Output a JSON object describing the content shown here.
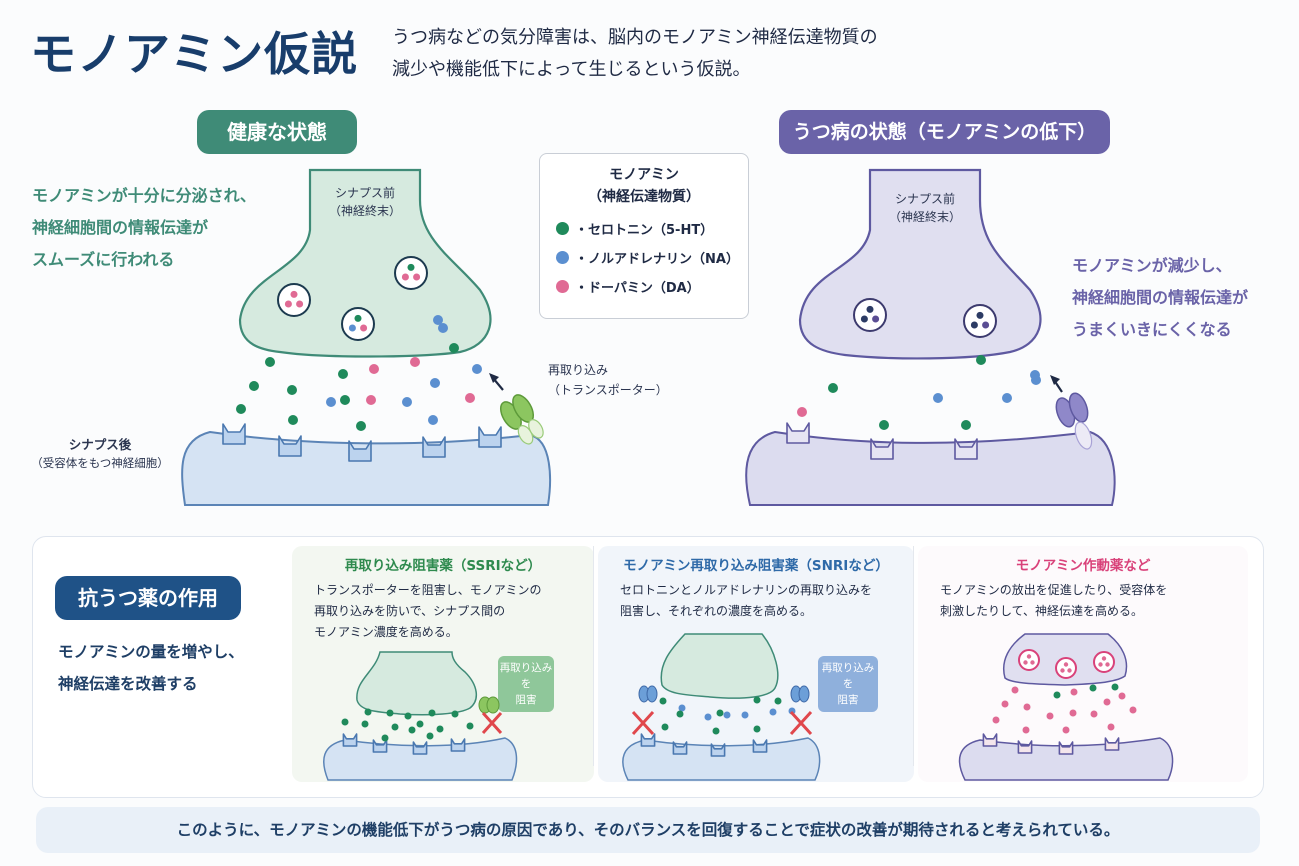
{
  "header": {
    "title": "モノアミン仮説",
    "subtitle_lines": [
      "うつ病などの気分障害は、脳内のモノアミン神経伝達物質の",
      "減少や機能低下によって生じるという仮説。"
    ]
  },
  "healthy": {
    "label": "健康な状態",
    "description": [
      "モノアミンが十分に分泌され、",
      "神経細胞間の情報伝達が",
      "スムーズに行われる"
    ],
    "presynaptic_label": [
      "シナプス前",
      "（神経終末）"
    ],
    "postsynaptic_label": [
      "シナプス後",
      "（受容体をもつ神経細胞）"
    ],
    "reuptake_label": [
      "再取り込み",
      "（トランスポーター）"
    ],
    "color": "#3f8b77"
  },
  "depressed": {
    "label": "うつ病の状態（モノアミンの低下）",
    "description": [
      "モノアミンが減少し、",
      "神経細胞間の情報伝達が",
      "うまくいきにくくなる"
    ],
    "presynaptic_label": [
      "シナプス前",
      "（神経終末）"
    ],
    "color": "#6a63a8"
  },
  "legend": {
    "title": [
      "モノアミン",
      "（神経伝達物質）"
    ],
    "items": [
      {
        "label": "・セロトニン（5-HT）",
        "color": "#1f8a5b"
      },
      {
        "label": "・ノルアドレナリン（NA）",
        "color": "#5b8fd0"
      },
      {
        "label": "・ドーパミン（DA）",
        "color": "#e06a94"
      }
    ]
  },
  "drugs": {
    "label": "抗うつ薬の作用",
    "description": [
      "モノアミンの量を増やし、",
      "神経伝達を改善する"
    ],
    "panels": [
      {
        "title": "再取り込み阻害薬（SSRIなど）",
        "title_color": "#2e8a4e",
        "text": [
          "トランスポーターを阻害し、モノアミンの",
          "再取り込みを防いで、シナプス間の",
          "モノアミン濃度を高める。"
        ],
        "bubble": [
          "再取り込みを",
          "阻害"
        ],
        "bubble_color": "#8fc79a"
      },
      {
        "title": "モノアミン再取り込み阻害薬（SNRIなど）",
        "title_color": "#2f6aa8",
        "text": [
          "セロトニンとノルアドレナリンの再取り込みを",
          "阻害し、それぞれの濃度を高める。"
        ],
        "bubble": [
          "再取り込みを",
          "阻害"
        ],
        "bubble_color": "#8fb0dc"
      },
      {
        "title": "モノアミン作動薬など",
        "title_color": "#d9427a",
        "text": [
          "モノアミンの放出を促進したり、受容体を",
          "刺激したりして、神経伝達を高める。"
        ]
      }
    ]
  },
  "footer": {
    "text": "このように、モノアミンの機能低下がうつ病の原因であり、そのバランスを回復することで症状の改善が期待されると考えられている。"
  }
}
